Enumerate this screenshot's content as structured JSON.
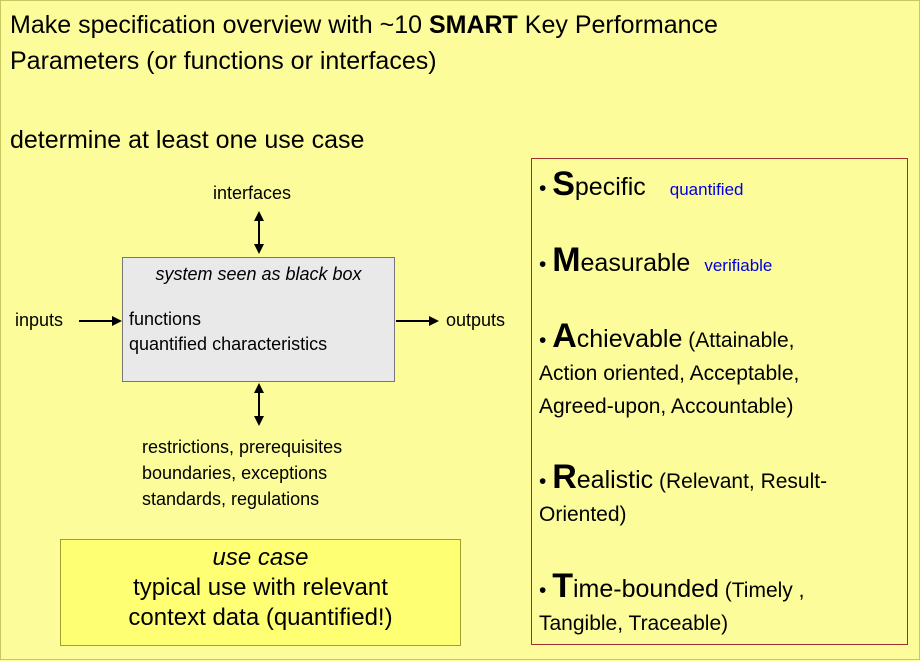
{
  "heading": {
    "part1": "Make specification overview with ~10 ",
    "bold": "SMART",
    "part2": " Key Performance",
    "line2": "Parameters (or functions or interfaces)"
  },
  "subheading": "determine at least one use case",
  "diagram": {
    "interfaces": "interfaces",
    "inputs": "inputs",
    "outputs": "outputs",
    "box_title": "system seen as black box",
    "box_lines": [
      "functions",
      "quantified characteristics"
    ],
    "restrictions": [
      "restrictions, prerequisites",
      "boundaries, exceptions",
      "standards, regulations"
    ]
  },
  "use_case": {
    "title": "use case",
    "line1": "typical use with relevant",
    "line2": "context data (quantified!)"
  },
  "smart": [
    {
      "bullet": "•",
      "letter": "S",
      "rest": "pecific",
      "note": "quantified"
    },
    {
      "bullet": "•",
      "letter": "M",
      "rest": "easurable",
      "note": "verifiable"
    },
    {
      "bullet": "•",
      "letter": "A",
      "rest": "chievable",
      "extra1": " (Attainable,",
      "extra2": "Action oriented, Acceptable,",
      "extra3": "Agreed-upon, Accountable)"
    },
    {
      "bullet": "•",
      "letter": "R",
      "rest": "ealistic",
      "extra1": " (Relevant, Result-",
      "extra2": "Oriented)"
    },
    {
      "bullet": "•",
      "letter": "T",
      "rest": "ime-bounded",
      "extra1": " (Timely ,",
      "extra2": "Tangible, Traceable)"
    }
  ],
  "colors": {
    "background": "#fdfc9b",
    "use_case_fill": "#ffff73",
    "box_fill": "#e9e9e9",
    "note_blue": "#0000dd",
    "smart_border": "#a03030"
  }
}
